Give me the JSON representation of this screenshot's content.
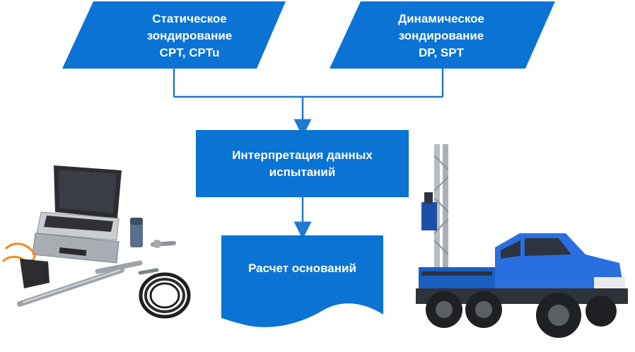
{
  "colors": {
    "box": "#0a73d4",
    "connector": "#1f78d1"
  },
  "nodes": {
    "static": {
      "lines": [
        "Статическое",
        "зондирование",
        "CPT, CPTu"
      ]
    },
    "dynamic": {
      "lines": [
        "Динамическое",
        "зондирование",
        "DP, SPT"
      ]
    },
    "interpretation": {
      "lines": [
        "Интерпретация данных",
        "испытаний"
      ]
    },
    "calculation": {
      "lines": [
        "Расчет оснований"
      ]
    }
  },
  "images": {
    "left": "cpt-equipment-laptop-probes-illustration",
    "right": "drilling-rig-truck-illustration"
  }
}
